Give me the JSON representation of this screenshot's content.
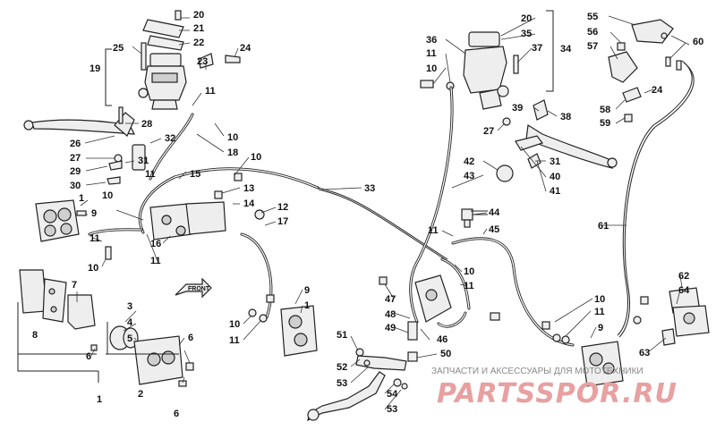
{
  "callouts": [
    "20",
    "21",
    "22",
    "25",
    "19",
    "24",
    "23",
    "11",
    "28",
    "26",
    "32",
    "10",
    "18",
    "27",
    "29",
    "31",
    "30",
    "15",
    "11",
    "10",
    "13",
    "1",
    "9",
    "14",
    "12",
    "17",
    "10",
    "11",
    "16",
    "11",
    "10",
    "33",
    "20",
    "36",
    "35",
    "11",
    "37",
    "34",
    "10",
    "27",
    "39",
    "38",
    "31",
    "40",
    "41",
    "42",
    "43",
    "55",
    "56",
    "57",
    "60",
    "58",
    "24",
    "59",
    "61",
    "44",
    "45",
    "11",
    "10",
    "11",
    "47",
    "48",
    "49",
    "46",
    "50",
    "51",
    "52",
    "53",
    "54",
    "53",
    "7",
    "3",
    "4",
    "5",
    "6",
    "8",
    "6",
    "2",
    "1",
    "6",
    "9",
    "10",
    "11",
    "1",
    "62",
    "64",
    "10",
    "11",
    "9",
    "63"
  ],
  "front_arrow": "FRONT",
  "watermark": {
    "caption": "ЗАПЧАСТИ И АКСЕССУАРЫ ДЛЯ МОТОТЕХНИКИ",
    "logo": "PARTSSPOR.RU",
    "color": "#e8a0a0"
  }
}
